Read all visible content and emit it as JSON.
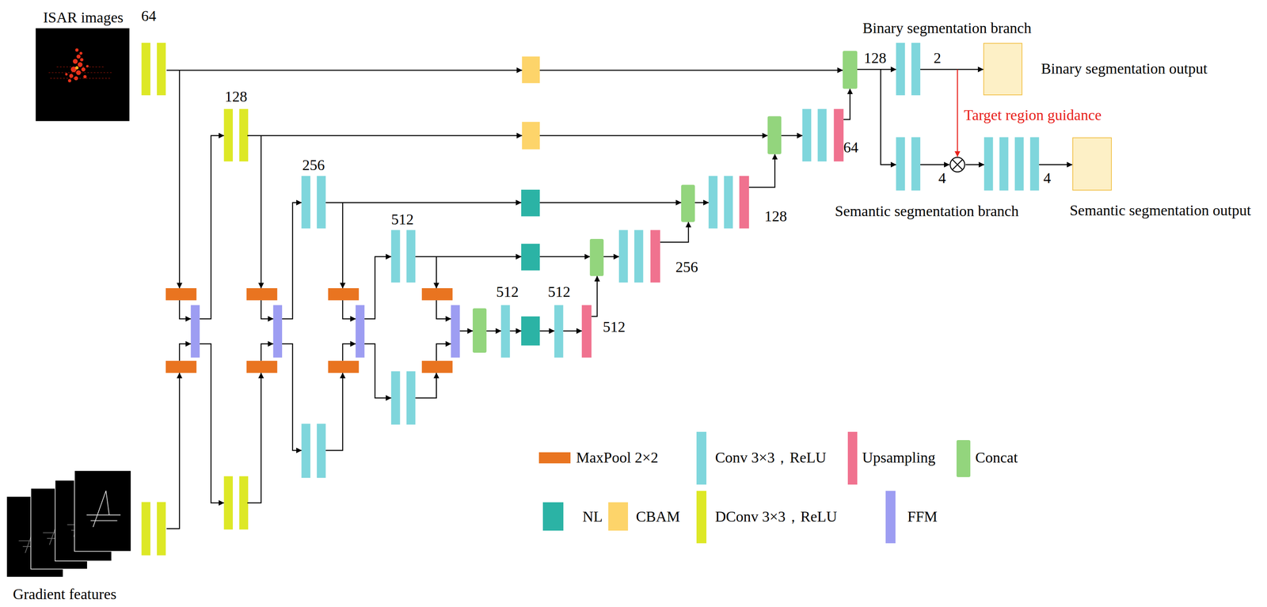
{
  "diagram": {
    "nodes": [
      {
        "text": [
          "ISAR images"
        ]
      },
      {
        "text": [
          "Binary segmentation output"
        ]
      },
      {
        "text": [
          "Semantic segmentation output"
        ]
      },
      {
        "text": [
          "Gradient features"
        ]
      }
    ],
    "labels": [
      "64",
      "Binary segmentation branch",
      "128",
      "2",
      "128",
      "Target region guidance",
      "64",
      "256",
      "4",
      "4",
      "Semantic segmentation branch",
      "128",
      "512",
      "256",
      "512",
      "512",
      "512"
    ],
    "legend": [
      {
        "text": "MaxPool 2×2",
        "color": "#e97420"
      },
      {
        "text": "Conv 3×3，ReLU",
        "color": "#7fd6dc"
      },
      {
        "text": "Upsampling",
        "color": "#f0728f"
      },
      {
        "text": "Concat",
        "color": "#93d57d"
      },
      {
        "text": "NL",
        "color": "#2bb3a5"
      },
      {
        "text": "CBAM",
        "color": "#fdd46a"
      },
      {
        "text": "DConv 3×3，ReLU",
        "color": "#dde826"
      },
      {
        "text": "FFM",
        "color": "#9d9df2"
      }
    ]
  }
}
